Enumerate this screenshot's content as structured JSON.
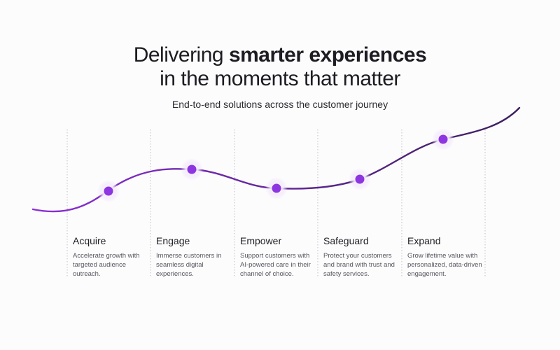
{
  "headline": {
    "line1_prefix": "Delivering ",
    "line1_bold": "smarter experiences",
    "line2": "in the moments that matter"
  },
  "subheadline": "End-to-end solutions across the customer journey",
  "colors": {
    "curve_gradient_start": "#8b2fd6",
    "curve_gradient_end": "#3a1f5c",
    "dot": "#8d35e0",
    "divider": "#bdbdc4"
  },
  "stages": [
    {
      "name": "Acquire",
      "description": "Accelerate growth with targeted audience outreach."
    },
    {
      "name": "Engage",
      "description": "Immerse customers in seamless digital experiences."
    },
    {
      "name": "Empower",
      "description": "Support customers with AI-powered care in their channel of choice."
    },
    {
      "name": "Safeguard",
      "description": "Protect your customers and brand with trust and safety services."
    },
    {
      "name": "Expand",
      "description": "Grow lifetime value with personalized, data-driven engagement."
    }
  ]
}
